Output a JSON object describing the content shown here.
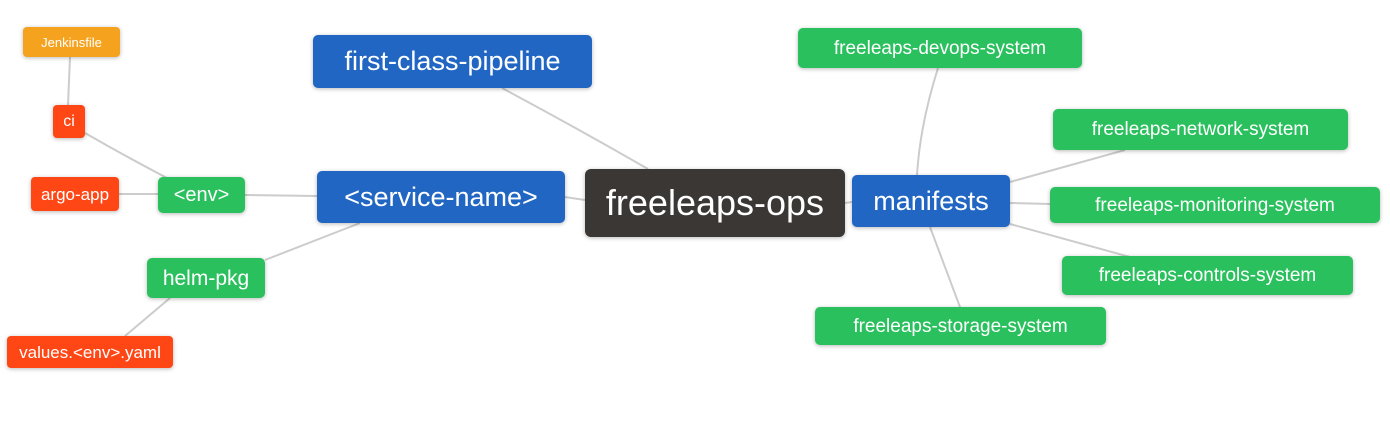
{
  "diagram": {
    "type": "mindmap",
    "background": "#ffffff",
    "edge_color": "#cccccc",
    "colors": {
      "root_dark": "#3b3734",
      "branch_blue": "#2166c2",
      "leaf_green": "#2bc05e",
      "leaf_red": "#ff4716",
      "leaf_orange": "#f5a31f",
      "text": "#ffffff"
    },
    "nodes": [
      {
        "id": "jenkinsfile",
        "label": "Jenkinsfile",
        "color": "orange",
        "level": 4
      },
      {
        "id": "ci",
        "label": "ci",
        "color": "red",
        "level": 3
      },
      {
        "id": "argo-app",
        "label": "argo-app",
        "color": "red",
        "level": 3
      },
      {
        "id": "env",
        "label": "<env>",
        "color": "green",
        "level": 2
      },
      {
        "id": "helm-pkg",
        "label": "helm-pkg",
        "color": "green",
        "level": 2
      },
      {
        "id": "values-env-yaml",
        "label": "values.<env>.yaml",
        "color": "red",
        "level": 3
      },
      {
        "id": "first-class-pipeline",
        "label": "first-class-pipeline",
        "color": "blue",
        "level": 1
      },
      {
        "id": "service-name",
        "label": "<service-name>",
        "color": "blue",
        "level": 1
      },
      {
        "id": "freeleaps-ops",
        "label": "freeleaps-ops",
        "color": "dark",
        "level": 0
      },
      {
        "id": "manifests",
        "label": "manifests",
        "color": "blue",
        "level": 1
      },
      {
        "id": "freeleaps-devops-system",
        "label": "freeleaps-devops-system",
        "color": "green",
        "level": 2
      },
      {
        "id": "freeleaps-network-system",
        "label": "freeleaps-network-system",
        "color": "green",
        "level": 2
      },
      {
        "id": "freeleaps-monitoring-system",
        "label": "freeleaps-monitoring-system",
        "color": "green",
        "level": 2
      },
      {
        "id": "freeleaps-controls-system",
        "label": "freeleaps-controls-system",
        "color": "green",
        "level": 2
      },
      {
        "id": "freeleaps-storage-system",
        "label": "freeleaps-storage-system",
        "color": "green",
        "level": 2
      }
    ],
    "edges": [
      {
        "from": "jenkinsfile",
        "to": "ci"
      },
      {
        "from": "ci",
        "to": "env"
      },
      {
        "from": "argo-app",
        "to": "env"
      },
      {
        "from": "env",
        "to": "service-name"
      },
      {
        "from": "helm-pkg",
        "to": "service-name"
      },
      {
        "from": "values-env-yaml",
        "to": "helm-pkg"
      },
      {
        "from": "first-class-pipeline",
        "to": "freeleaps-ops"
      },
      {
        "from": "service-name",
        "to": "freeleaps-ops"
      },
      {
        "from": "freeleaps-ops",
        "to": "manifests"
      },
      {
        "from": "manifests",
        "to": "freeleaps-devops-system"
      },
      {
        "from": "manifests",
        "to": "freeleaps-network-system"
      },
      {
        "from": "manifests",
        "to": "freeleaps-monitoring-system"
      },
      {
        "from": "manifests",
        "to": "freeleaps-controls-system"
      },
      {
        "from": "manifests",
        "to": "freeleaps-storage-system"
      }
    ]
  }
}
